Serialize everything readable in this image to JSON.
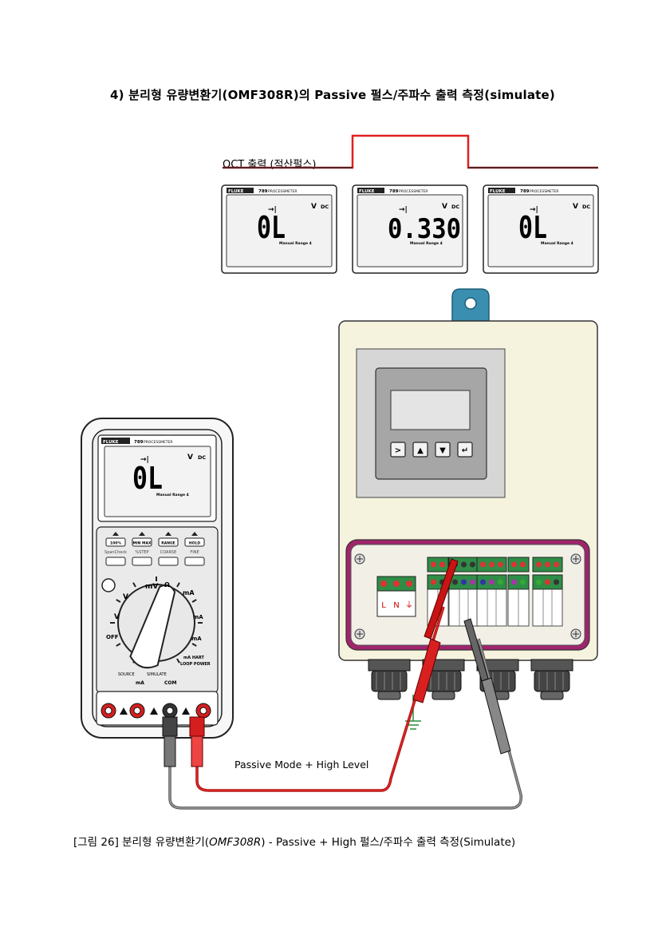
{
  "heading": "4) 분리형 유량변환기(OMF308R)의 Passive 펄스/주파수 출력 측정(simulate)",
  "pulse": {
    "label": "OCT 출력 (적산펄스)"
  },
  "meters": [
    {
      "brand": "FLUKE",
      "model": "789",
      "model_name": "PROCESSMETER",
      "reading": "0L",
      "unit": "V",
      "mode": "DC",
      "range": "Manual Range 4"
    },
    {
      "brand": "FLUKE",
      "model": "789",
      "model_name": "PROCESSMETER",
      "reading": "0.330",
      "unit": "V",
      "mode": "DC",
      "range": "Manual Range 4"
    },
    {
      "brand": "FLUKE",
      "model": "789",
      "model_name": "PROCESSMETER",
      "reading": "0L",
      "unit": "V",
      "mode": "DC",
      "range": "Manual Range 4"
    }
  ],
  "multimeter": {
    "brand": "FLUKE",
    "model": "789",
    "model_name": "PROCESSMETER",
    "reading": "0L",
    "unit": "V",
    "mode": "DC",
    "range": "Manual Range 4",
    "buttons": [
      "100%",
      "MIN MAX",
      "RANGE",
      "HOLD"
    ],
    "button_captions": [
      "SpanCheck",
      "%STEP",
      "COARSE",
      "FINE"
    ],
    "dial_labels": {
      "mv": "mV",
      "v": "V",
      "ac_v": "V",
      "off": "OFF",
      "ohm": "Ω",
      "ma": "mA",
      "loop": "LOOP POWER",
      "hart": "mA HART"
    },
    "bottom_labels": [
      "SOURCE",
      "SIMULATE",
      "mA",
      "COM"
    ]
  },
  "converter": {
    "keys": [
      ">",
      "▲",
      "▼",
      "↵"
    ],
    "terminal_power": [
      "L",
      "N",
      "⏚"
    ]
  },
  "probe_label": "Passive Mode + High Level",
  "caption": {
    "prefix": "[그림 26] 분리형 유량변환기(",
    "model": "OMF308R",
    "suffix": ") - Passive + High 펄스/주파수 출력 측정(Simulate)"
  }
}
